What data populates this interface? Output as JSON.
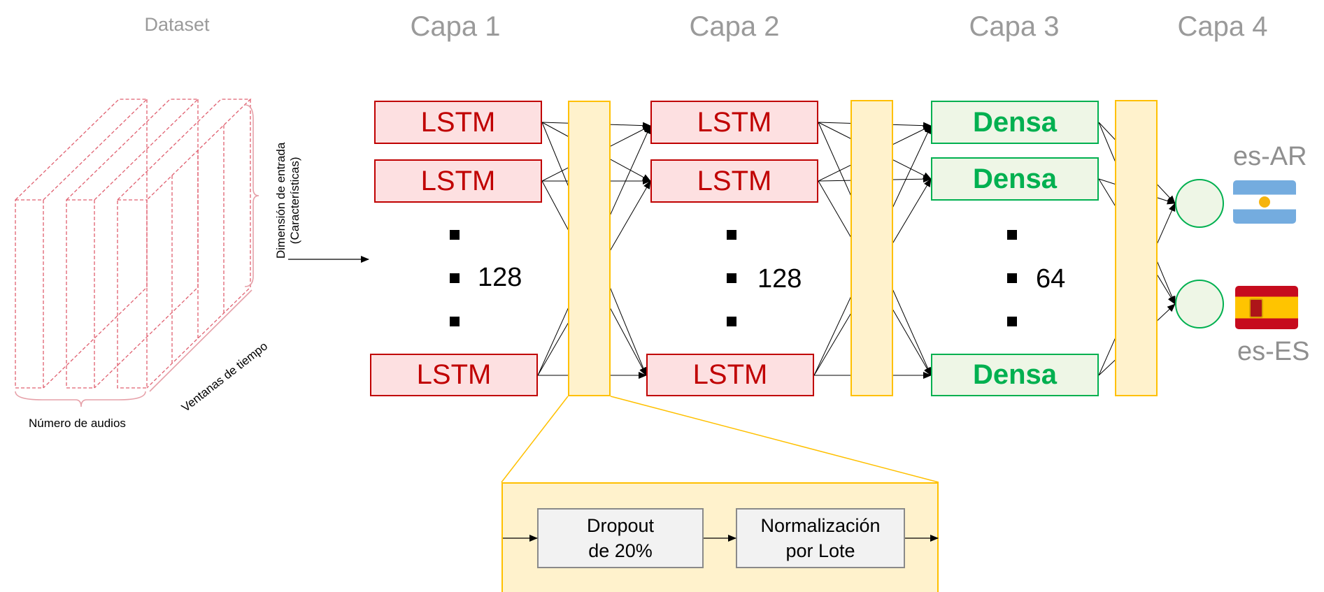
{
  "headers": {
    "dataset": "Dataset",
    "layer1": "Capa 1",
    "layer2": "Capa 2",
    "layer3": "Capa 3",
    "layer4": "Capa 4"
  },
  "dataset": {
    "axis_depth": "Dimensión de entrada",
    "axis_depth_sub": "(Características)",
    "axis_time": "Ventanas de tiempo",
    "axis_count": "Número de audios"
  },
  "layer1": {
    "unit_label": "LSTM",
    "unit_count": "128"
  },
  "layer2": {
    "unit_label": "LSTM",
    "unit_count": "128"
  },
  "layer3": {
    "unit_label": "Densa",
    "unit_count": "64"
  },
  "outputs": [
    {
      "label": "es-AR",
      "flag": "argentina-flag"
    },
    {
      "label": "es-ES",
      "flag": "spain-flag"
    }
  ],
  "detail": {
    "dropout_line1": "Dropout",
    "dropout_line2": "de 20%",
    "norm_line1": "Normalización",
    "norm_line2": "por Lote"
  },
  "colors": {
    "lstm_border": "#c00000",
    "lstm_fill": "#fde0e1",
    "dense_border": "#00b050",
    "dense_fill": "#eef6e6",
    "band_border": "#ffc000",
    "band_fill": "#fff2cc",
    "header_text": "#9a9a9a"
  }
}
